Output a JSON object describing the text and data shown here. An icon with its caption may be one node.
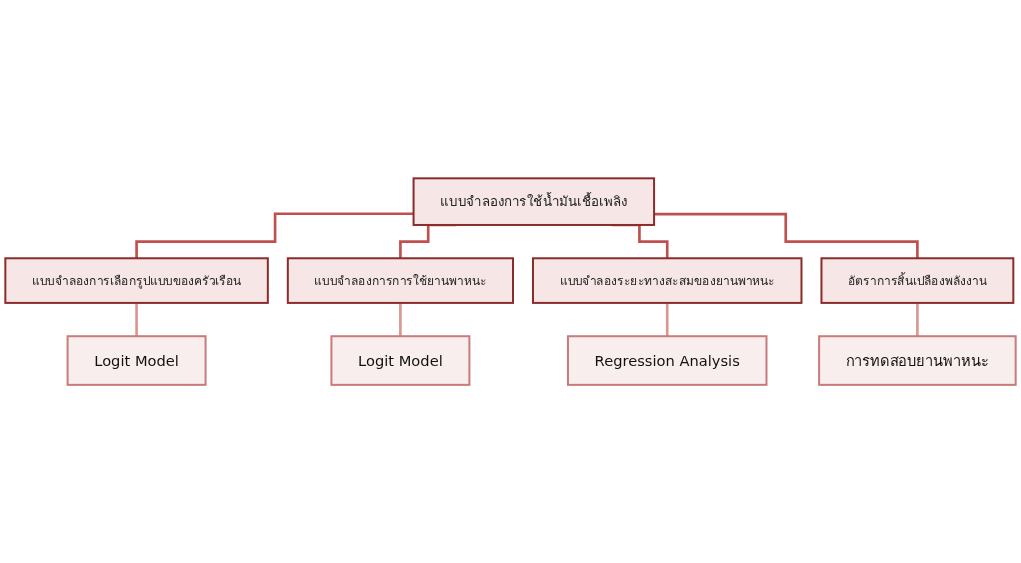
{
  "diagram": {
    "nodes": [
      {
        "text": [
          "แบบจำลองการใช้น้ำมันเชื้อเพลิง"
        ]
      },
      {
        "text": [
          "แบบจำลองการเลือกรูปแบบของครัวเรือน"
        ]
      },
      {
        "text": [
          "แบบจำลองการการใช้ยานพาหนะ"
        ]
      },
      {
        "text": [
          "แบบจำลองระยะทางสะสมของยานพาหนะ"
        ]
      },
      {
        "text": [
          "อัตราการสิ้นเปลืองพลังงาน"
        ]
      },
      {
        "text": [
          "Logit Model"
        ]
      },
      {
        "text": [
          "Logit Model"
        ]
      },
      {
        "text": [
          "Regression Analysis"
        ]
      },
      {
        "text": [
          "การทดสอบยานพาหนะ"
        ]
      }
    ],
    "edges": [
      {
        "from": 0,
        "to": 1,
        "arrow": "none"
      },
      {
        "from": 0,
        "to": 2,
        "arrow": "none"
      },
      {
        "from": 0,
        "to": 3,
        "arrow": "none"
      },
      {
        "from": 0,
        "to": 4,
        "arrow": "none"
      },
      {
        "from": 1,
        "to": 5,
        "arrow": "none",
        "color": "#d99694"
      },
      {
        "from": 2,
        "to": 6,
        "arrow": "none",
        "color": "#d99694"
      },
      {
        "from": 3,
        "to": 7,
        "arrow": "none",
        "color": "#d99694"
      },
      {
        "from": 4,
        "to": 8,
        "arrow": "none",
        "color": "#d99694"
      }
    ]
  }
}
